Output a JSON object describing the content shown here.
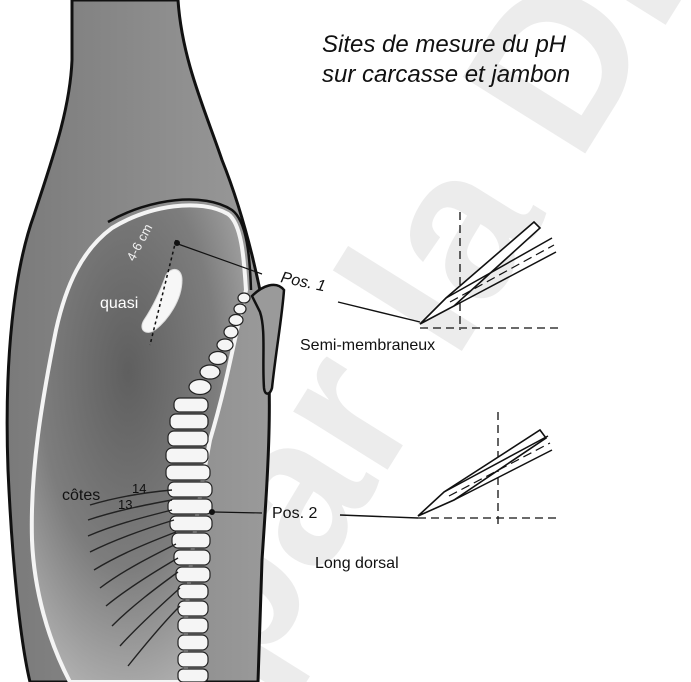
{
  "title": {
    "line1": "Sites de mesure du pH",
    "line2": "sur carcasse et jambon"
  },
  "labels": {
    "depth": "4-6 cm",
    "quasi": "quasi",
    "pos1": "Pos. 1",
    "semi_membraneux": "Semi-membraneux",
    "pos2": "Pos. 2",
    "long_dorsal": "Long dorsal",
    "cotes": "côtes",
    "rib_14": "14",
    "rib_13": "13"
  },
  "watermark": "par la DILA",
  "colors": {
    "outer_shade": "#8a8a8a",
    "inner_shade": "#6f6f6f",
    "ink": "#111111"
  }
}
